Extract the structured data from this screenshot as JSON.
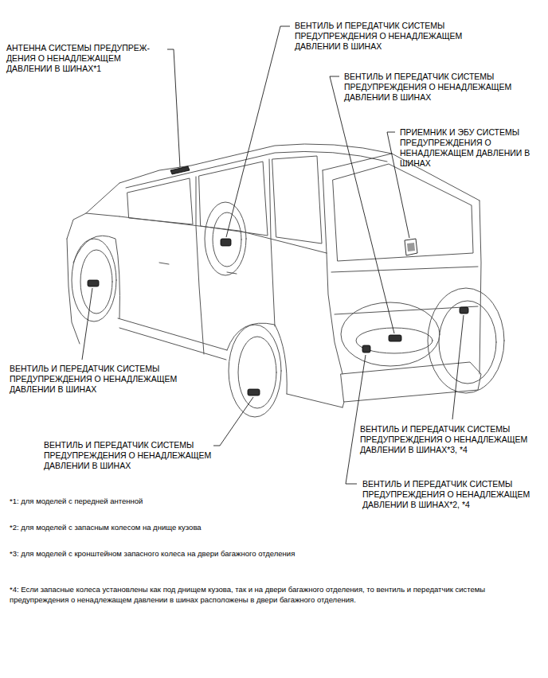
{
  "diagram": {
    "labels": [
      "АНТЕННА СИСТЕМЫ ПРЕДУПРЕЖ- ДЕНИЯ О НЕНАДЛЕЖАЩЕМ ДАВЛЕНИИ В ШИНАХ*1",
      "ВЕНТИЛЬ И ПЕРЕДАТЧИК СИСТЕМЫ ПРЕДУПРЕЖДЕНИЯ О НЕНАДЛЕЖАЩЕМ ДАВЛЕНИИ В ШИНАХ",
      "ВЕНТИЛЬ И ПЕРЕДАТЧИК СИСТЕМЫ ПРЕДУПРЕЖДЕНИЯ О НЕНАДЛЕЖАЩЕМ ДАВЛЕНИИ В ШИНАХ",
      "ПРИЕМНИК И ЭБУ СИСТЕМЫ ПРЕДУПРЕЖДЕНИЯ О НЕНАДЛЕЖАЩЕМ ДАВЛЕНИИ В ШИНАХ",
      "ВЕНТИЛЬ И ПЕРЕДАТЧИК СИСТЕМЫ ПРЕДУПРЕЖДЕНИЯ О НЕНАДЛЕЖАЩЕМ ДАВЛЕНИИ В ШИНАХ",
      "ВЕНТИЛЬ И ПЕРЕДАТЧИК СИСТЕМЫ ПРЕДУПРЕЖДЕНИЯ О НЕНАДЛЕЖАЩЕМ ДАВЛЕНИИ В ШИНАХ",
      "ВЕНТИЛЬ И ПЕРЕДАТЧИК СИСТЕМЫ ПРЕДУПРЕЖДЕНИЯ О НЕНАДЛЕЖАЩЕМ ДАВЛЕНИИ В ШИНАХ*3, *4",
      "ВЕНТИЛЬ И ПЕРЕДАТЧИК СИСТЕМЫ ПРЕДУПРЕЖДЕНИЯ О НЕНАДЛЕЖАЩЕМ ДАВЛЕНИИ В ШИНАХ*2, *4",
      "*1: для моделей с передней антенной",
      "*2: для моделей с запасным колесом на днище кузова",
      "*3: для моделей с кронштейном запасного колеса на двери багажного отделения",
      "*4: Если запасные колеса установлены как под днищем кузова, так и на двери багажного отделения, то вентиль и передатчик системы предупреждения о ненадлежащем давлении в шинах расположены в двери багажного отделения."
    ]
  }
}
